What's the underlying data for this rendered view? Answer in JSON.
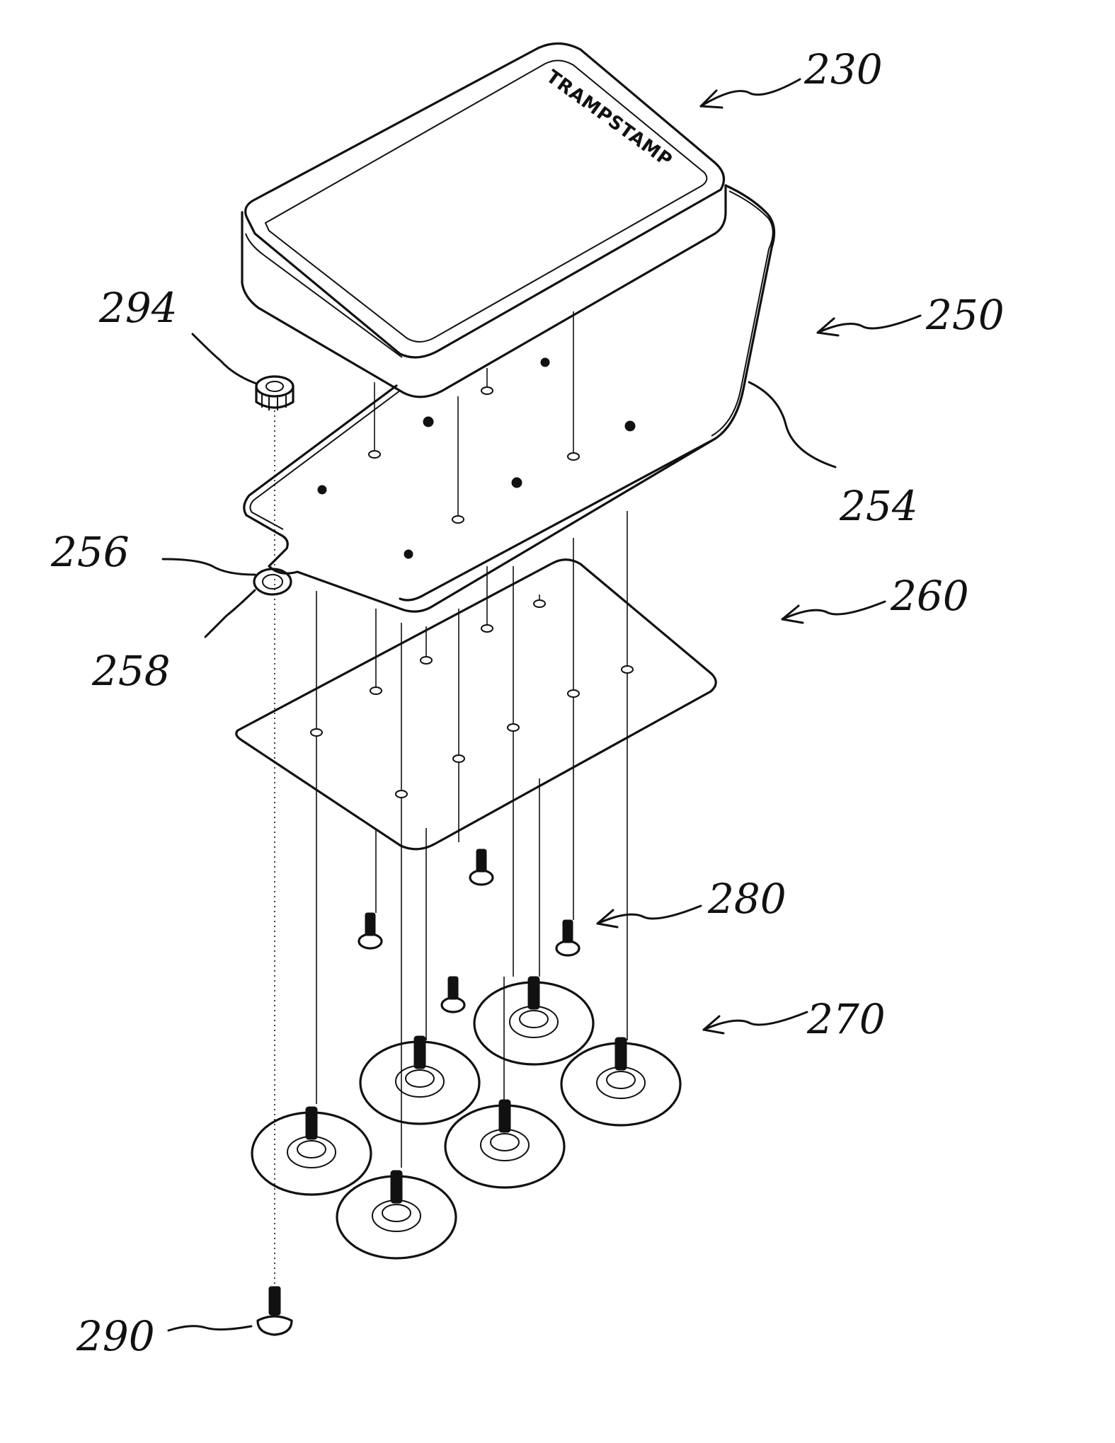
{
  "logo": "TRAMPSTAMP",
  "labels": {
    "cover": "230",
    "base": "250",
    "flange": "254",
    "tab": "256",
    "washer": "258",
    "plate": "260",
    "suction_cups": "270",
    "screws": "280",
    "bolt": "290",
    "nut": "294"
  }
}
